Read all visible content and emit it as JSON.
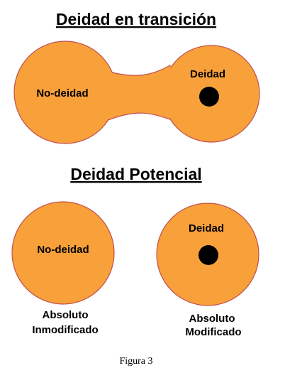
{
  "colors": {
    "fill": "#f8a03a",
    "outline": "#c0504d",
    "core": "#000000"
  },
  "section1": {
    "title": "Deidad en transición",
    "left_label": "No-deidad",
    "right_label": "Deidad"
  },
  "section2": {
    "title": "Deidad Potencial",
    "left_label": "No-deidad",
    "right_label": "Deidad",
    "left_caption": [
      "Absoluto",
      "Inmodificado"
    ],
    "right_caption": [
      "Absoluto",
      "Modificado"
    ]
  },
  "figure_caption": "Figura 3"
}
